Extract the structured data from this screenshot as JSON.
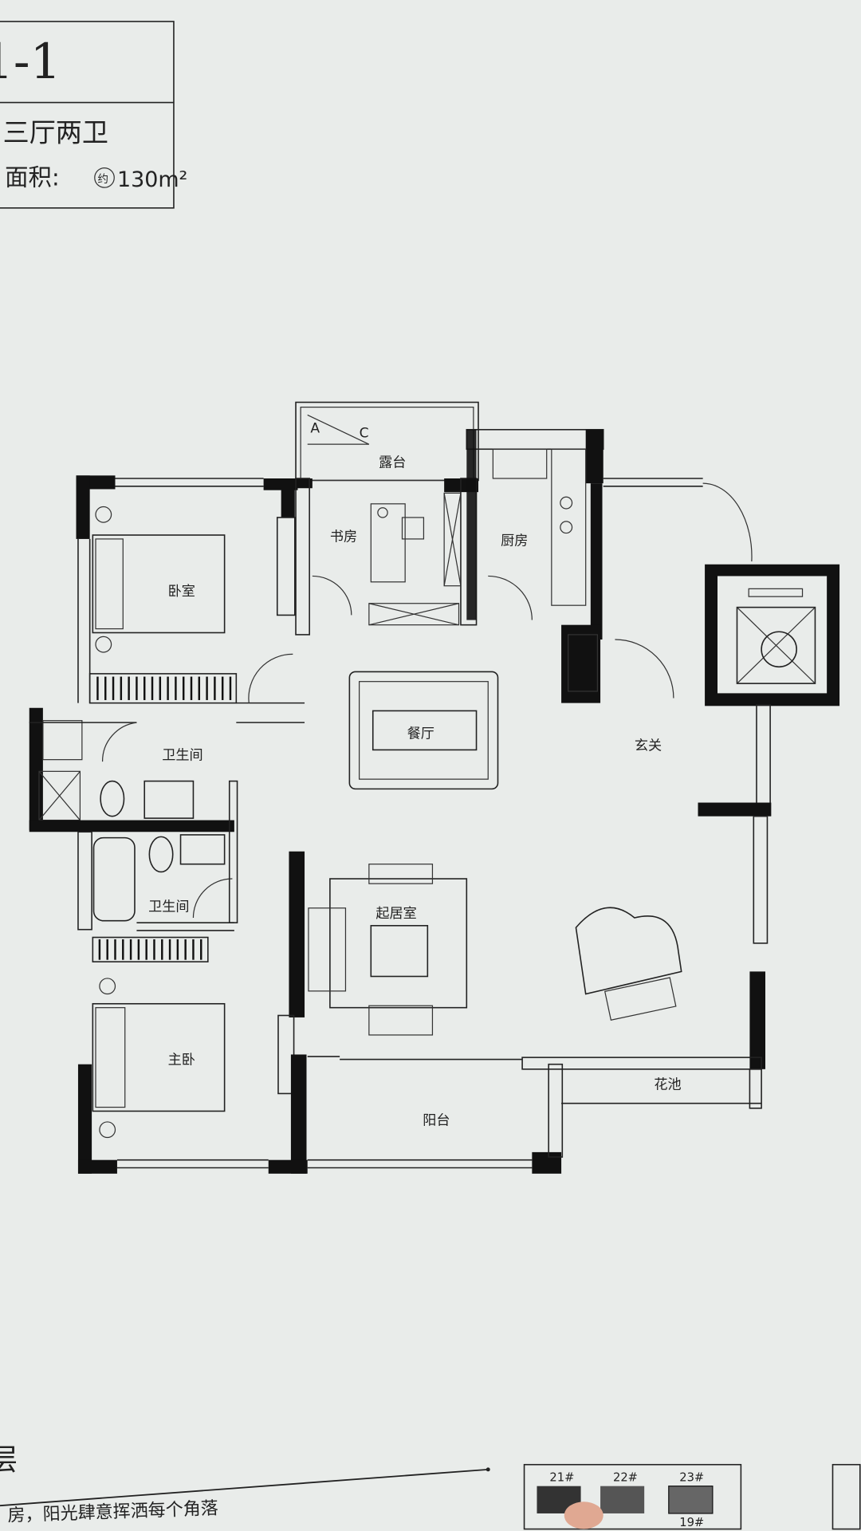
{
  "unit_box": {
    "unit_code": "1-1",
    "layout": "三厅两卫",
    "area_label": "面积:",
    "area_approx_mark": "约",
    "area_value": "130m²"
  },
  "rooms": {
    "terrace": "露台",
    "study": "书房",
    "kitchen": "厨房",
    "bedroom": "卧室",
    "bathroom_1": "卫生间",
    "dining": "餐厅",
    "foyer": "玄关",
    "bathroom_2": "卫生间",
    "living": "起居室",
    "master_bedroom": "主卧",
    "balcony": "阳台",
    "flower_bed": "花池",
    "terrace_marks": [
      "A",
      "C"
    ]
  },
  "footer": {
    "section_heading_partial": "层",
    "description": "房，阳光肆意挥洒每个角落",
    "building_labels": [
      "21#",
      "22#",
      "23#",
      "19#"
    ]
  },
  "colors": {
    "background": "#e9ecea",
    "wall": "#111111"
  }
}
